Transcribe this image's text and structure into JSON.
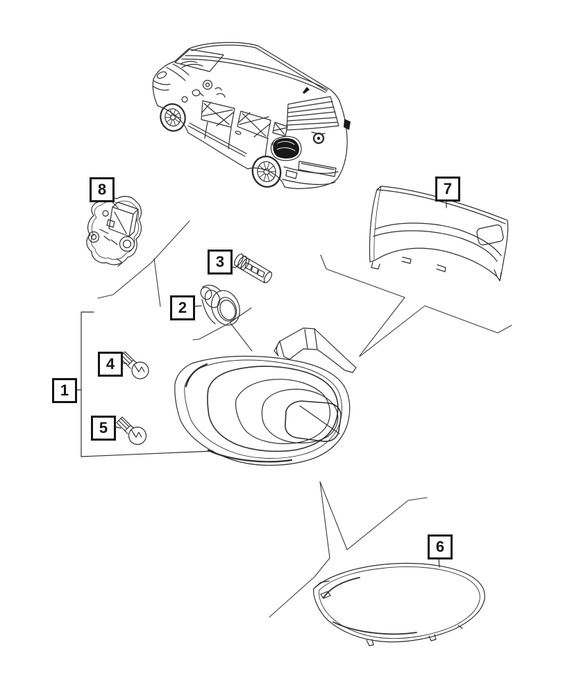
{
  "diagram": {
    "callouts": [
      {
        "id": 1,
        "label": "1"
      },
      {
        "id": 2,
        "label": "2"
      },
      {
        "id": 3,
        "label": "3"
      },
      {
        "id": 4,
        "label": "4"
      },
      {
        "id": 5,
        "label": "5"
      },
      {
        "id": 6,
        "label": "6"
      },
      {
        "id": 7,
        "label": "7"
      },
      {
        "id": 8,
        "label": "8"
      }
    ]
  },
  "colors": {
    "background": "#ffffff",
    "line_art": "#2e2e2e",
    "leader_line": "#3a3a3a",
    "callout_border": "#141414",
    "callout_text": "#141414",
    "highlight_fill": "#181818"
  }
}
